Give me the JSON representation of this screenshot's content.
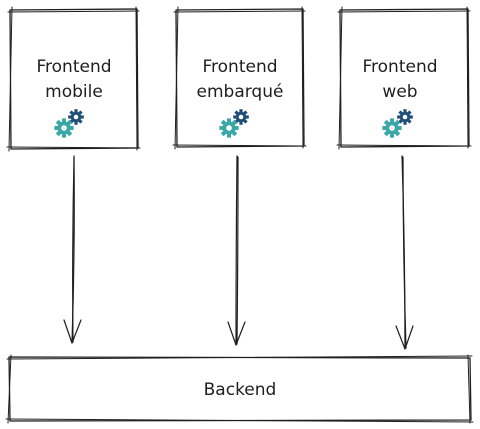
{
  "frontends": [
    {
      "line1": "Frontend",
      "line2": "mobile",
      "icon": "gears-icon"
    },
    {
      "line1": "Frontend",
      "line2": "embarqué",
      "icon": "gears-icon"
    },
    {
      "line1": "Frontend",
      "line2": "web",
      "icon": "gears-icon"
    }
  ],
  "backend": {
    "label": "Backend"
  },
  "colors": {
    "ink": "#1e1e1e",
    "gear_dark": "#1f4e79",
    "gear_light": "#3aa8a8"
  }
}
